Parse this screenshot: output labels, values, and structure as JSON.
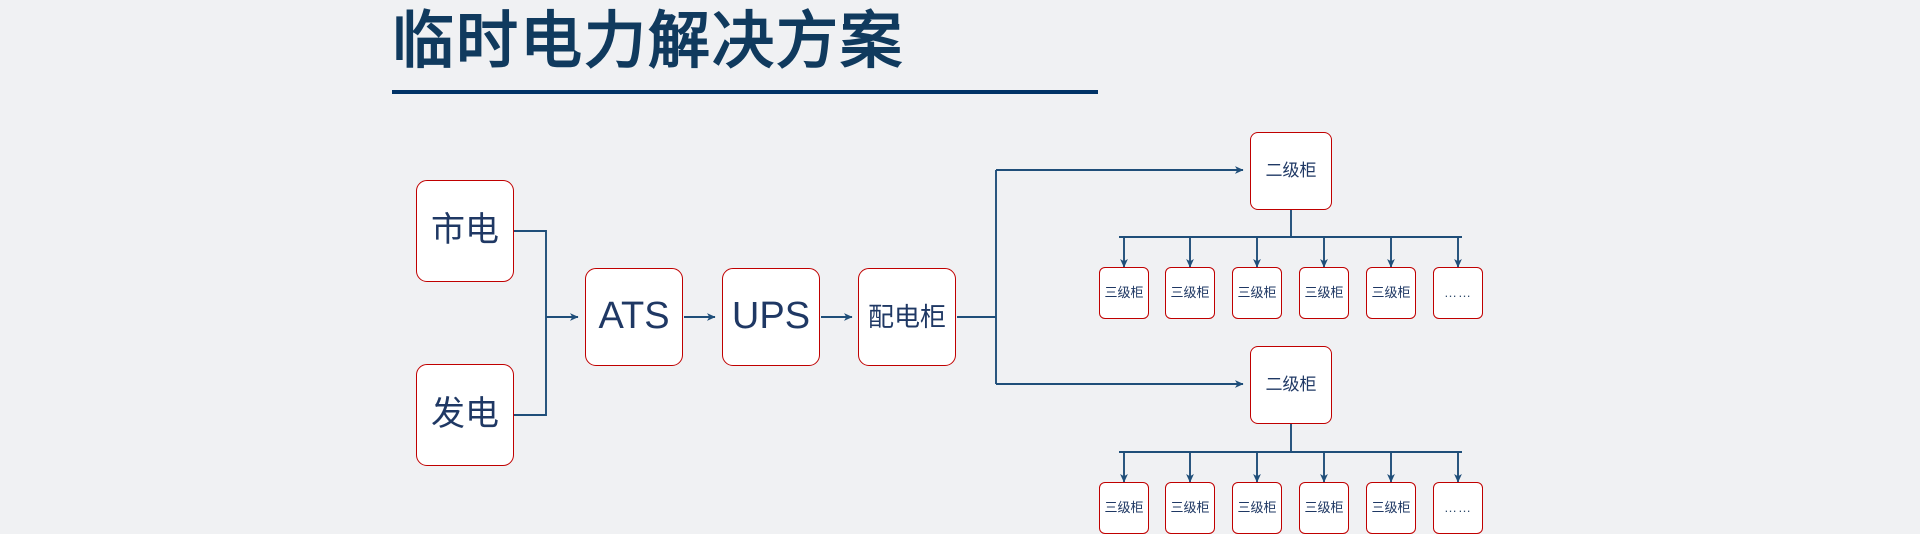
{
  "page": {
    "title": "临时电力解决方案",
    "background_color": "#f0f1f3",
    "title_color": "#103A5E",
    "rule_color": "#003366",
    "box_border_color": "#C00000",
    "box_fill_color": "#FFFFFF",
    "node_text_color": "#1F3864",
    "connector_color": "#1F4E79"
  },
  "diagram": {
    "sources": [
      {
        "id": "mains",
        "label": "市电"
      },
      {
        "id": "generator",
        "label": "发电"
      }
    ],
    "chain": [
      {
        "id": "ats",
        "label": "ATS"
      },
      {
        "id": "ups",
        "label": "UPS"
      },
      {
        "id": "pdc",
        "label": "配电柜"
      }
    ],
    "branches": [
      {
        "id": "branch-top",
        "label": "二级柜",
        "children": [
          {
            "id": "t1",
            "label": "三级柜"
          },
          {
            "id": "t2",
            "label": "三级柜"
          },
          {
            "id": "t3",
            "label": "三级柜"
          },
          {
            "id": "t4",
            "label": "三级柜"
          },
          {
            "id": "t5",
            "label": "三级柜"
          },
          {
            "id": "t6",
            "label": "……"
          }
        ]
      },
      {
        "id": "branch-bottom",
        "label": "二级柜",
        "children": [
          {
            "id": "b1",
            "label": "三级柜"
          },
          {
            "id": "b2",
            "label": "三级柜"
          },
          {
            "id": "b3",
            "label": "三级柜"
          },
          {
            "id": "b4",
            "label": "三级柜"
          },
          {
            "id": "b5",
            "label": "三级柜"
          },
          {
            "id": "b6",
            "label": "……"
          }
        ]
      }
    ]
  }
}
